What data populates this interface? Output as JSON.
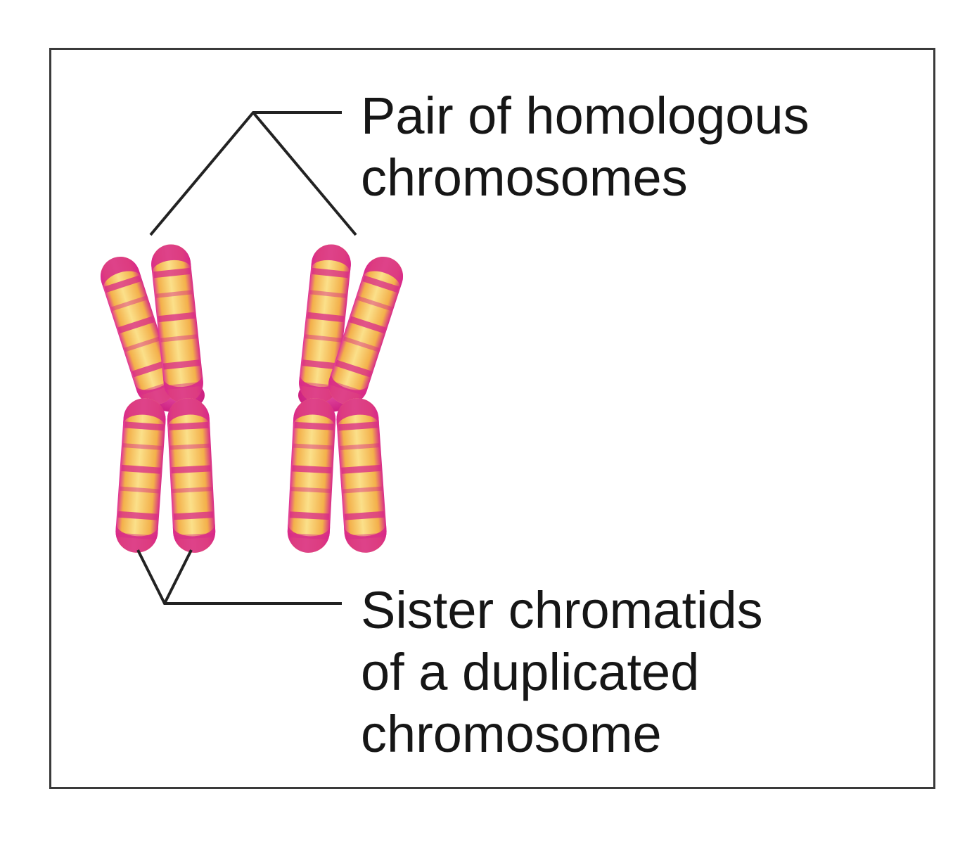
{
  "labels": {
    "homologous_pair": {
      "line1": "Pair of homologous",
      "line2": "chromosomes"
    },
    "sister_chromatids": {
      "line1": "Sister chromatids",
      "line2": "of a duplicated",
      "line3": "chromosome"
    }
  },
  "colors": {
    "chromosome_body": "#f6c24a",
    "chromosome_band": "#d8278a",
    "centromere": "#cc1f7e",
    "leader_line": "#222222",
    "frame": "#3a3a3a"
  }
}
